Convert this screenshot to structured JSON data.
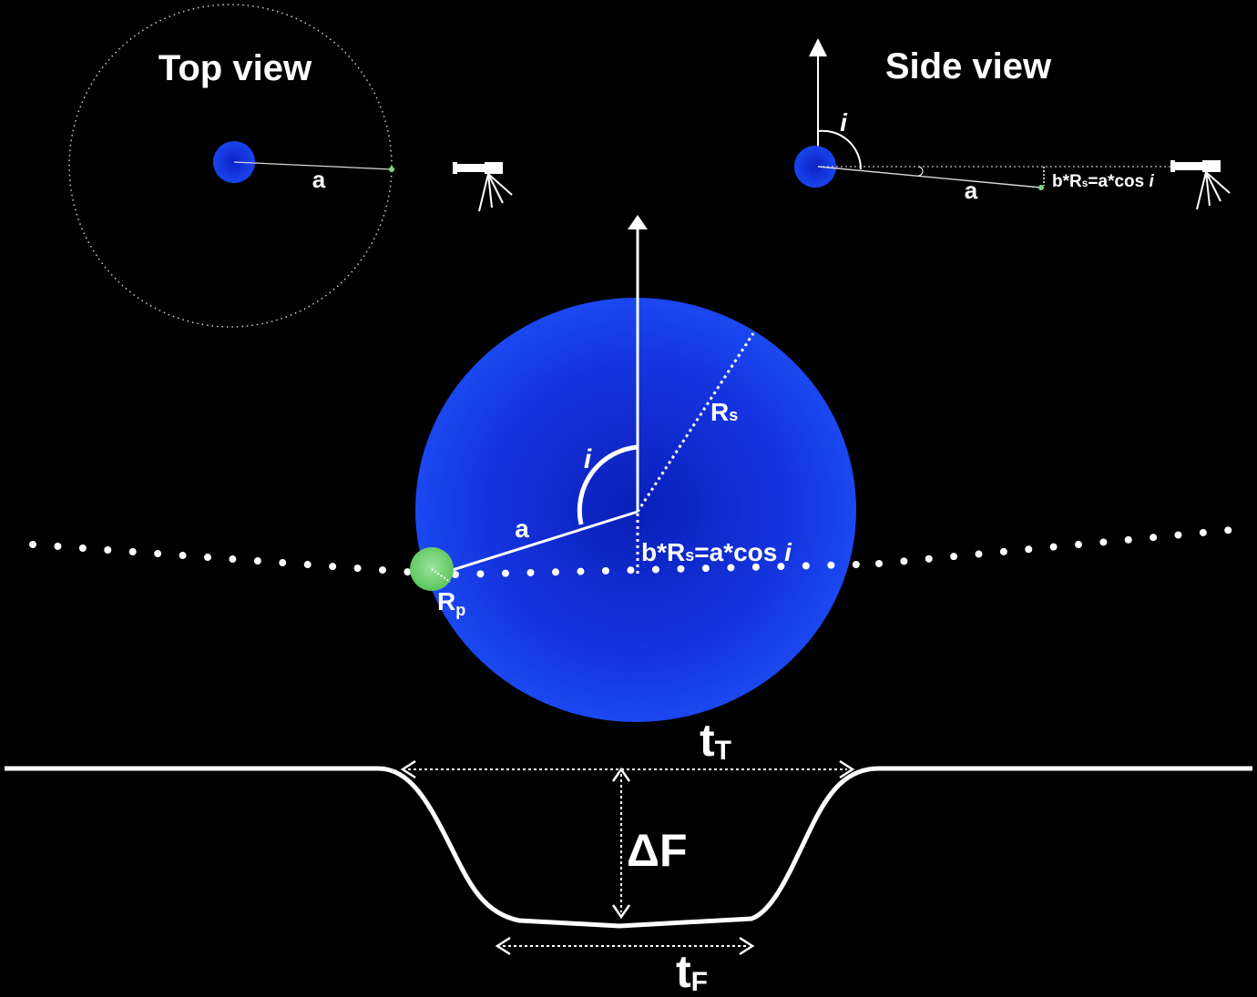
{
  "top_view": {
    "title": "Top view",
    "label_a": "a",
    "icon": "telescope-icon"
  },
  "side_view": {
    "title": "Side view",
    "label_i": "i",
    "label_a": "a",
    "impact_text": "b*R",
    "impact_sub": "s",
    "impact_text2": "=a*cos ",
    "impact_i": "i",
    "icon": "telescope-icon"
  },
  "main": {
    "label_i": "i",
    "label_a": "a",
    "label_rs": "R",
    "label_rs_sub": "s",
    "label_rp": "R",
    "label_rp_sub": "p",
    "impact_text": "b*R",
    "impact_sub": "s",
    "impact_text2": "=a*cos ",
    "impact_i": "i"
  },
  "lightcurve": {
    "tT": "t",
    "tT_sub": "T",
    "tF": "t",
    "tF_sub": "F",
    "dF": "ΔF"
  },
  "colors": {
    "background": "#000000",
    "star": "#1237e0",
    "planet": "#7fd87f",
    "line": "#ffffff"
  }
}
